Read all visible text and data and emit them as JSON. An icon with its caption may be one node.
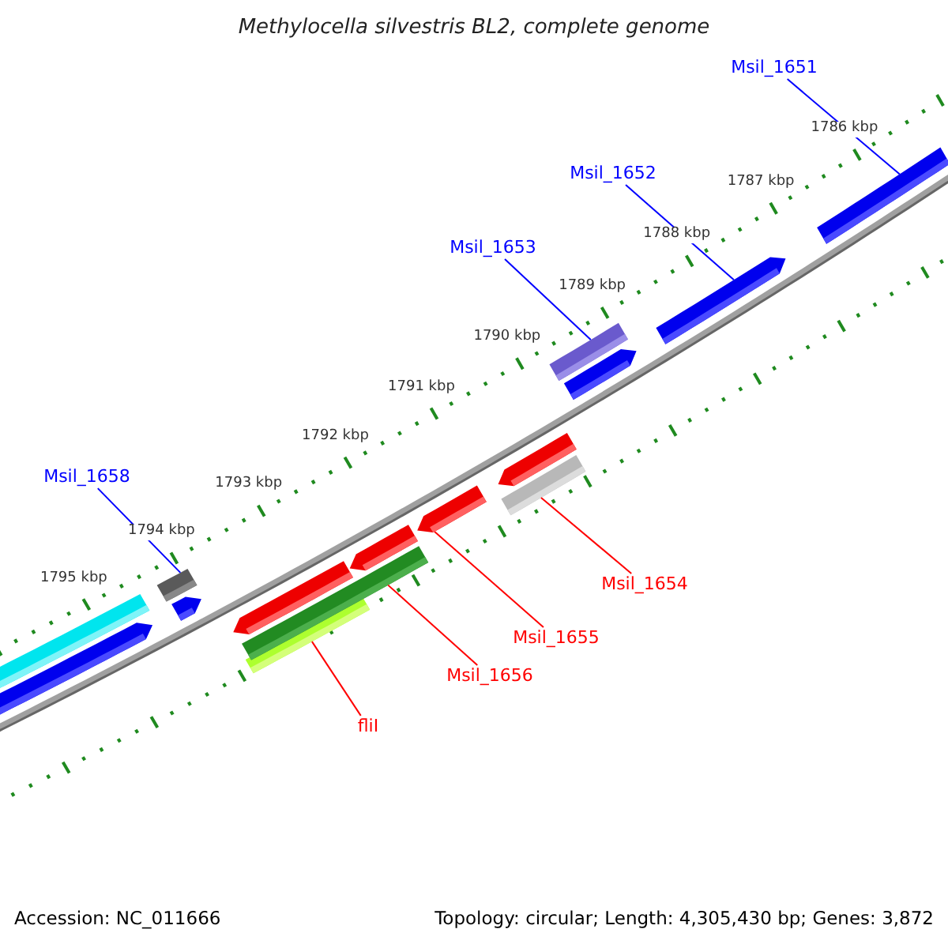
{
  "diagram": {
    "title": "Methylocella silvestris BL2, complete genome",
    "nodes": [
      {
        "text": [
          "Msil_1651"
        ]
      },
      {
        "text": [],
        "shape": "bar"
      },
      {
        "text": [
          "Msil_1652"
        ]
      },
      {
        "text": [],
        "shape": "arrow"
      },
      {
        "text": [
          "Msil_1653"
        ]
      },
      {
        "text": [],
        "shape": "bar"
      },
      {
        "text": [
          "Msil_1658"
        ]
      },
      {
        "text": [],
        "shape": "bar"
      },
      {
        "text": [
          "Msil_1654"
        ]
      },
      {
        "text": [],
        "shape": "bar"
      },
      {
        "text": [
          "Msil_1655"
        ]
      },
      {
        "text": [],
        "shape": "arrow"
      },
      {
        "text": [
          "Msil_1656"
        ]
      },
      {
        "text": [],
        "shape": "bar"
      },
      {
        "text": [
          "fliI"
        ]
      },
      {
        "text": [],
        "shape": "bar"
      },
      {
        "text": [],
        "shape": "bar"
      },
      {
        "text": [],
        "shape": "arrow"
      },
      {
        "text": [],
        "shape": "arrow"
      },
      {
        "text": [],
        "shape": "arrow"
      },
      {
        "text": [],
        "shape": "arrow"
      },
      {
        "text": [],
        "shape": "arrow"
      },
      {
        "text": [],
        "shape": "arrow"
      }
    ],
    "edges": [
      {
        "from": 0,
        "to": 1,
        "arrow": "none",
        "color": "#0000ff"
      },
      {
        "from": 2,
        "to": 3,
        "arrow": "none",
        "color": "#0000ff"
      },
      {
        "from": 4,
        "to": 5,
        "arrow": "none",
        "color": "#0000ff"
      },
      {
        "from": 6,
        "to": 7,
        "arrow": "none",
        "color": "#0000ff"
      },
      {
        "from": 8,
        "to": 9,
        "arrow": "none",
        "color": "#ff0000"
      },
      {
        "from": 10,
        "to": 11,
        "arrow": "none",
        "color": "#ff0000"
      },
      {
        "from": 12,
        "to": 13,
        "arrow": "none",
        "color": "#ff0000"
      },
      {
        "from": 14,
        "to": 15,
        "arrow": "none",
        "color": "#ff0000"
      }
    ],
    "labels": [
      "1786 kbp",
      "1787 kbp",
      "1788 kbp",
      "1789 kbp",
      "1790 kbp",
      "1791 kbp",
      "1792 kbp",
      "1793 kbp",
      "1794 kbp",
      "1795 kbp",
      "Accession: NC_011666",
      "Topology: circular; Length: 4,305,430 bp; Genes: 3,872"
    ]
  }
}
